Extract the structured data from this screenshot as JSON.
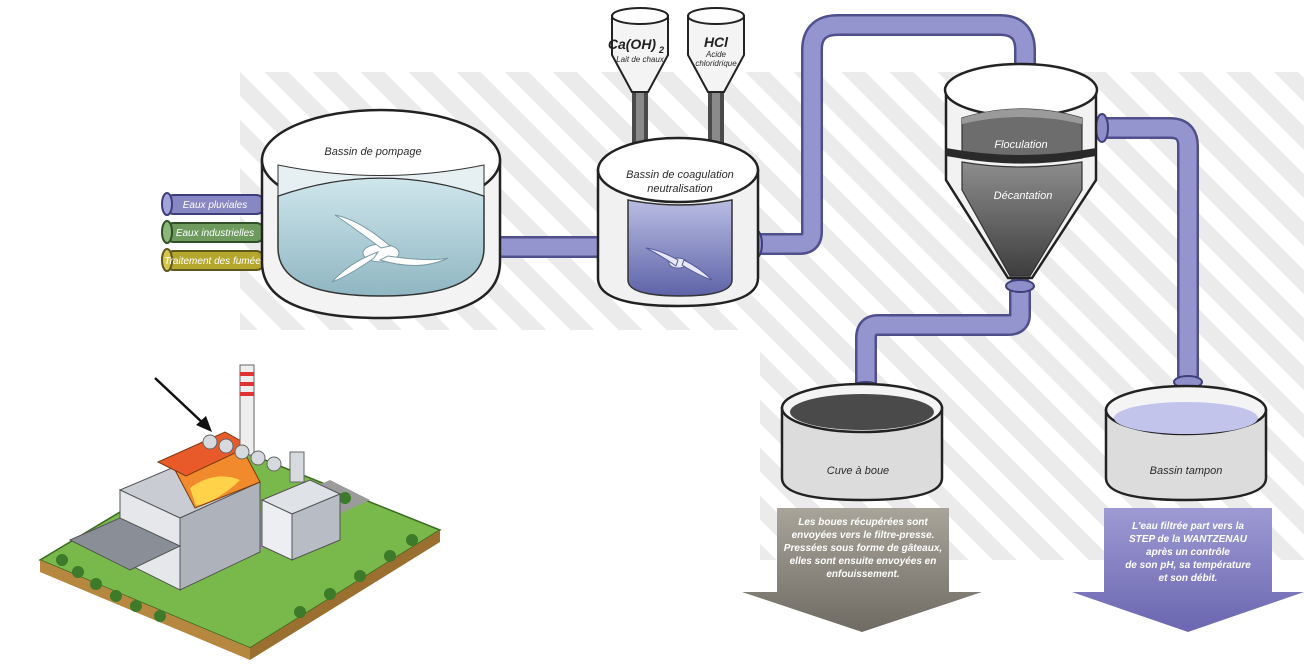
{
  "inputs": {
    "rain": "Eaux pluviales",
    "industrial": "Eaux industrielles",
    "fumes": "Traitement des fumées"
  },
  "tanks": {
    "pumping": "Bassin de pompage",
    "coagulation_line1": "Bassin de coagulation",
    "coagulation_line2": "neutralisation",
    "flocculation": "Floculation",
    "decantation": "Décantation",
    "sludge": "Cuve à boue",
    "buffer": "Bassin tampon"
  },
  "reagents": {
    "lime_formula": "Ca(OH)",
    "lime_subscript": "2",
    "lime_name": "Lait de chaux",
    "hcl_formula": "HCl",
    "hcl_name_line1": "Acide",
    "hcl_name_line2": "chloridrique"
  },
  "outputs": {
    "sludge_text": [
      "Les boues récupérées sont",
      "envoyées vers le filtre-presse.",
      "Pressées sous forme de gâteaux,",
      "elles sont ensuite envoyées en",
      "enfouissement."
    ],
    "water_text": [
      "L'eau filtrée part vers la",
      "STEP de la WANTZENAU",
      "après un contrôle",
      "de son pH, sa température",
      "et son débit."
    ]
  },
  "colors": {
    "pipe": "#8e8ecb",
    "pipe_dark": "#4f4f8c",
    "input_rain": "#8787c4",
    "input_industrial": "#6e9a5e",
    "input_fumes": "#b5a72e",
    "sludge_arrow": "#8f8a80",
    "water_arrow": "#8c88c8"
  }
}
